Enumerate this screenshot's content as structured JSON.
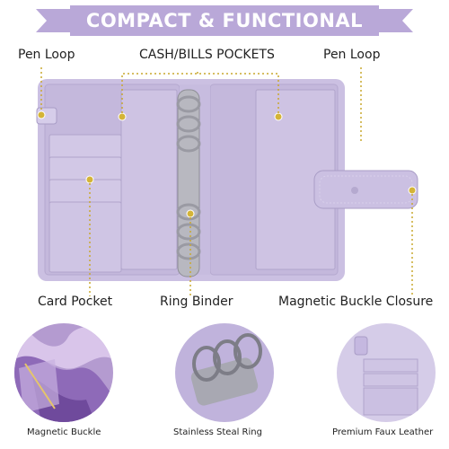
{
  "banner": {
    "title": "COMPACT & FUNCTIONAL"
  },
  "labels": {
    "pen_loop_left": "Pen  Loop",
    "cash_pockets": "CASH/BILLS POCKETS",
    "pen_loop_right": "Pen  Loop",
    "card_pocket": "Card Pocket",
    "ring_binder": "Ring Binder",
    "magnetic_closure": "Magnetic Buckle Closure"
  },
  "details": [
    {
      "caption": "Magnetic Buckle"
    },
    {
      "caption": "Stainless Steal Ring"
    },
    {
      "caption": "Premium Faux Leather"
    }
  ],
  "colors": {
    "lavender": "#c8bde0",
    "banner": "#b9a8d8",
    "gold": "#d4b437",
    "silver": "#b8b8c0"
  }
}
